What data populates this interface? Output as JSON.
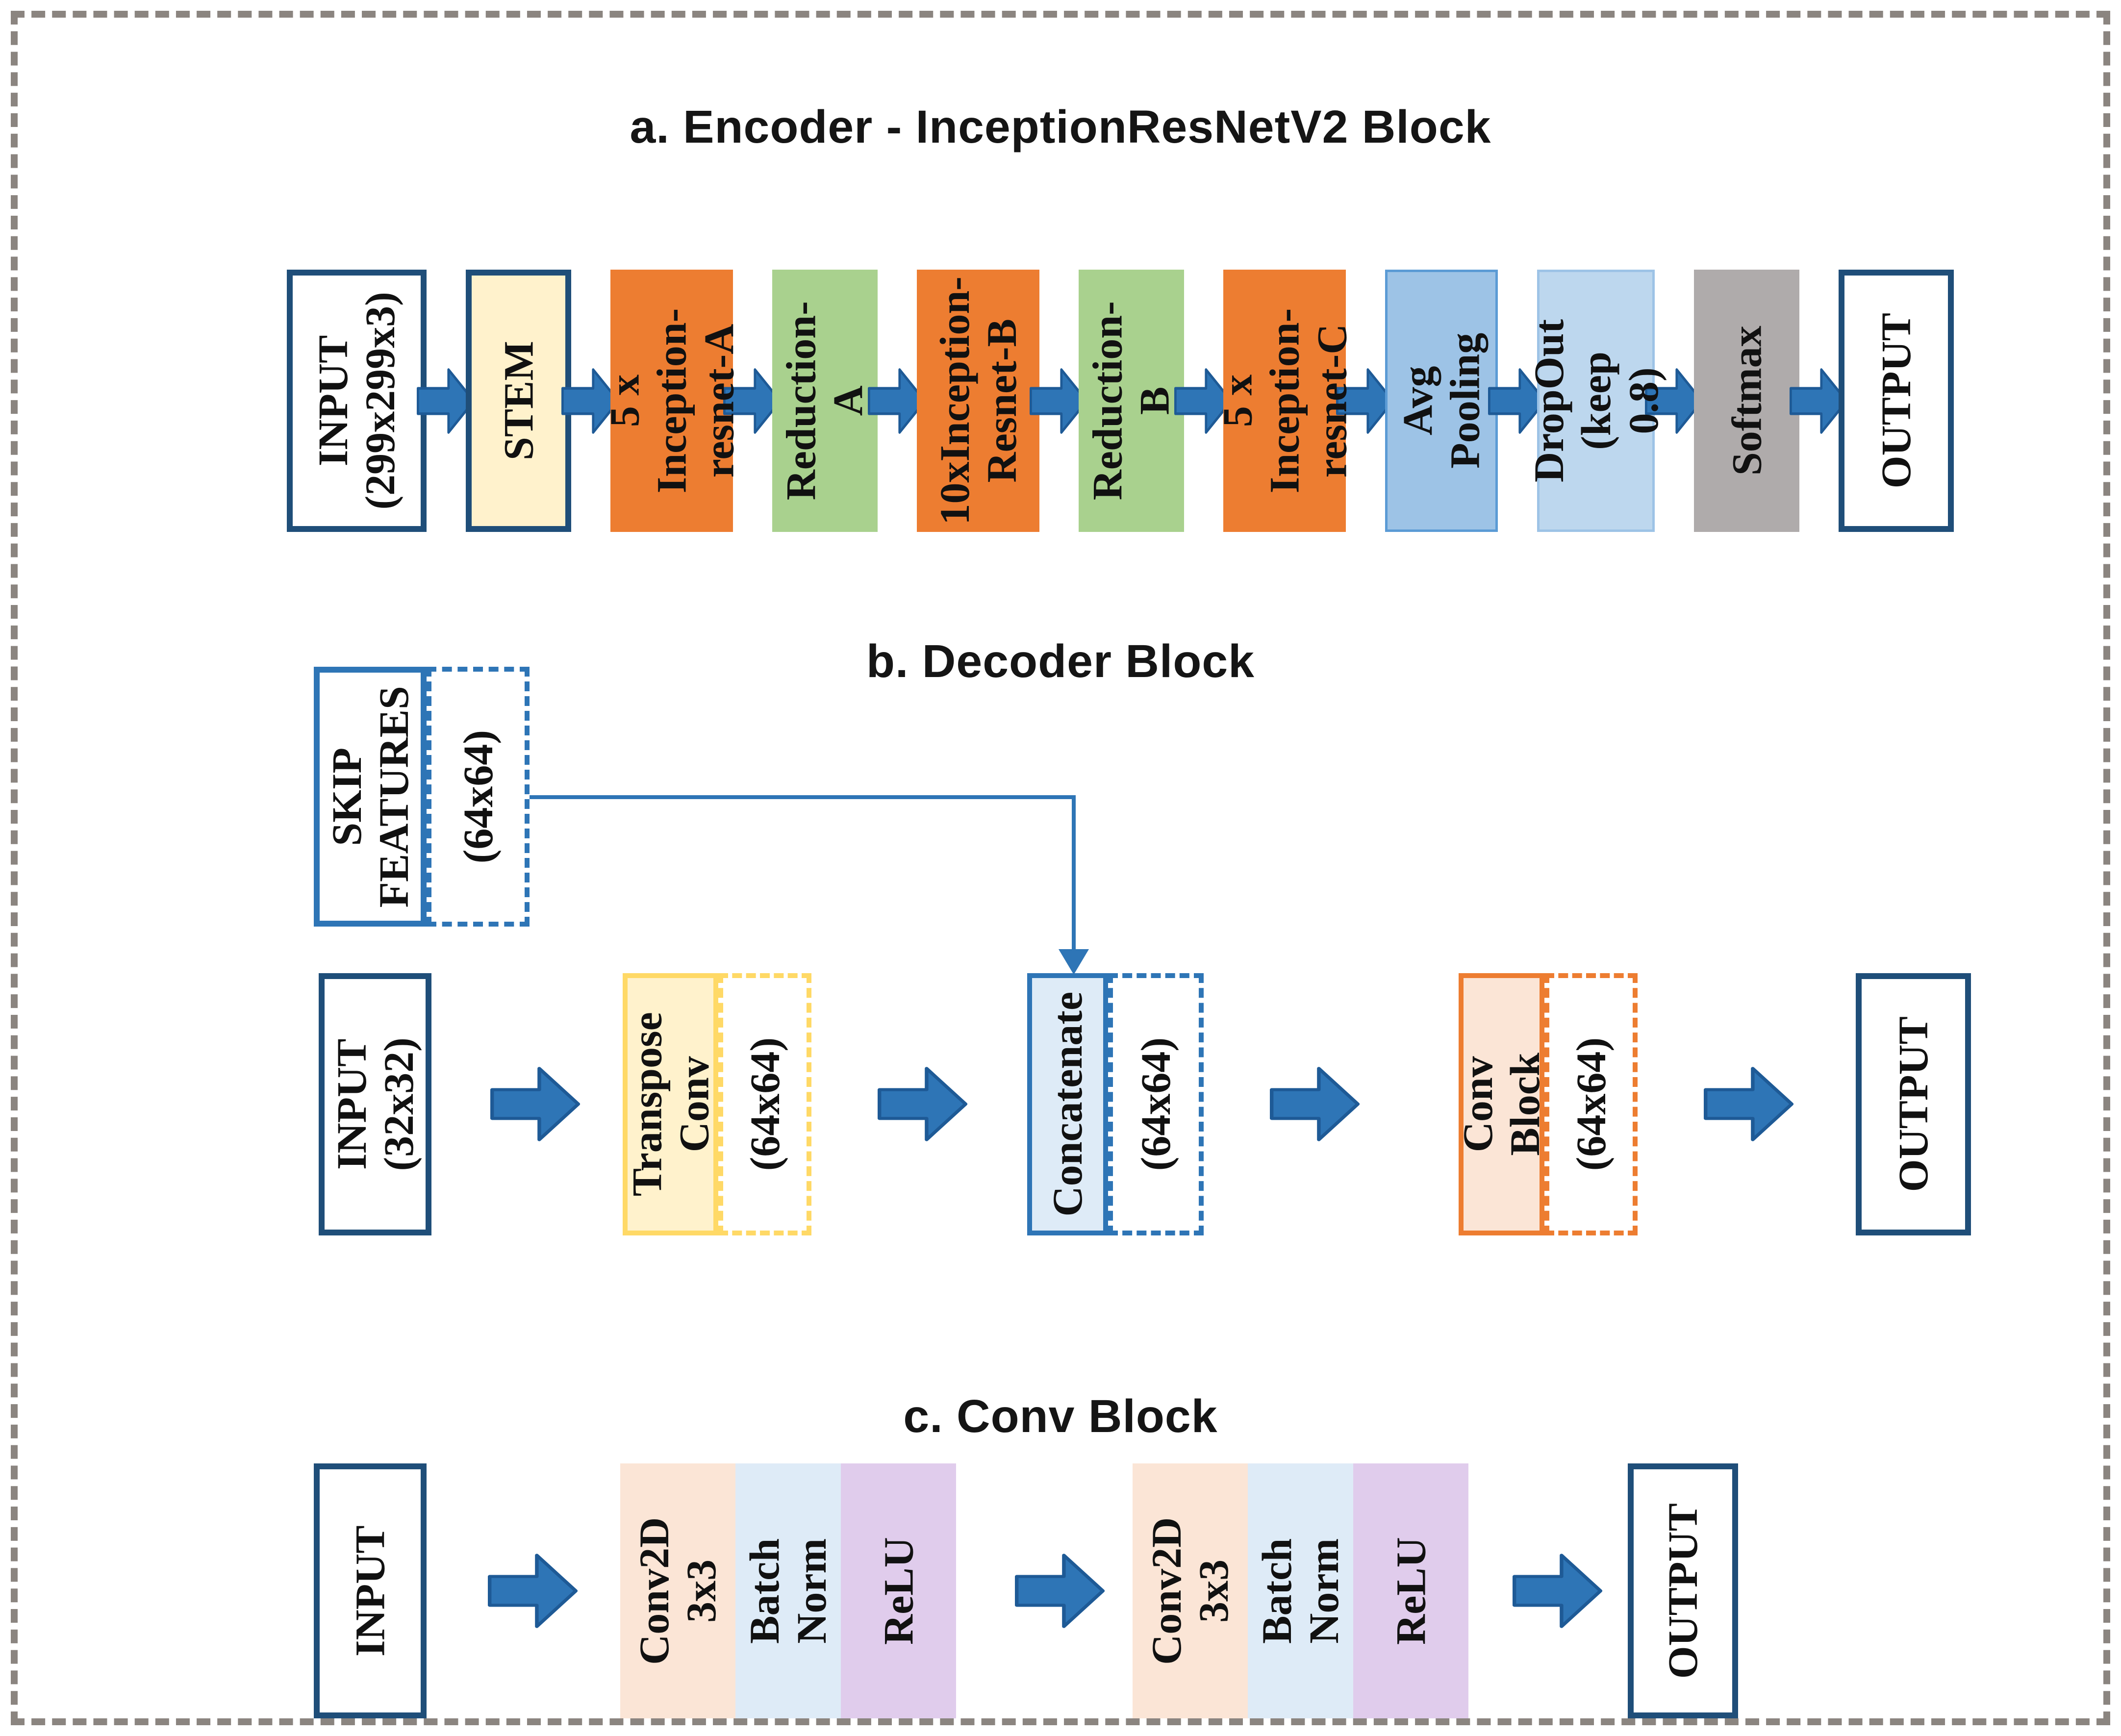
{
  "section_a": {
    "title": "a. Encoder - InceptionResNetV2 Block",
    "blocks": [
      {
        "name": "input",
        "label": "INPUT\n(299x299x3)"
      },
      {
        "name": "stem",
        "label": "STEM"
      },
      {
        "name": "inception-resnet-a",
        "label": "5 x Inception-\nresnet-A"
      },
      {
        "name": "reduction-a",
        "label": "Reduction-A"
      },
      {
        "name": "inception-resnet-b",
        "label": "10xInception-\nResnet-B"
      },
      {
        "name": "reduction-b",
        "label": "Reduction-B"
      },
      {
        "name": "inception-resnet-c",
        "label": "5 x Inception-\nresnet-C"
      },
      {
        "name": "avg-pooling",
        "label": "Avg Pooling"
      },
      {
        "name": "dropout",
        "label": "DropOut\n(keep 0.8)"
      },
      {
        "name": "softmax",
        "label": "Softmax"
      },
      {
        "name": "output",
        "label": "OUTPUT"
      }
    ]
  },
  "section_b": {
    "title": "b. Decoder Block",
    "skip_label": "SKIP\nFEATURES",
    "skip_size": "(64x64)",
    "input": "INPUT\n(32x32)",
    "transpose_label": "Transpose\nConv",
    "transpose_size": "(64x64)",
    "concat_label": "Concatenate",
    "concat_size": "(64x64)",
    "convblock_label": "Conv Block",
    "convblock_size": "(64x64)",
    "output": "OUTPUT"
  },
  "section_c": {
    "title": "c. Conv Block",
    "input": "INPUT",
    "groups": [
      {
        "conv": "Conv2D\n3x3",
        "bn": "Batch\nNorm",
        "relu": "ReLU"
      },
      {
        "conv": "Conv2D\n3x3",
        "bn": "Batch\nNorm",
        "relu": "ReLU"
      }
    ],
    "output": "OUTPUT"
  },
  "palette": {
    "frame_dash": "#8B8580",
    "navy_border": "#1F4E79",
    "arrow_blue": "#2E75B6",
    "connector_blue": "#2E75B6",
    "orange": "#ED7D31",
    "green": "#A9D18E",
    "cream": "#FFF2CC",
    "yellow_border": "#FFD966",
    "mid_blue": "#9DC3E6",
    "light_blue": "#BDD7EE",
    "pale_blue": "#DEEBF7",
    "gray_block": "#AFABAB",
    "peach": "#FBE5D6",
    "lavender": "#E0CCEC"
  }
}
